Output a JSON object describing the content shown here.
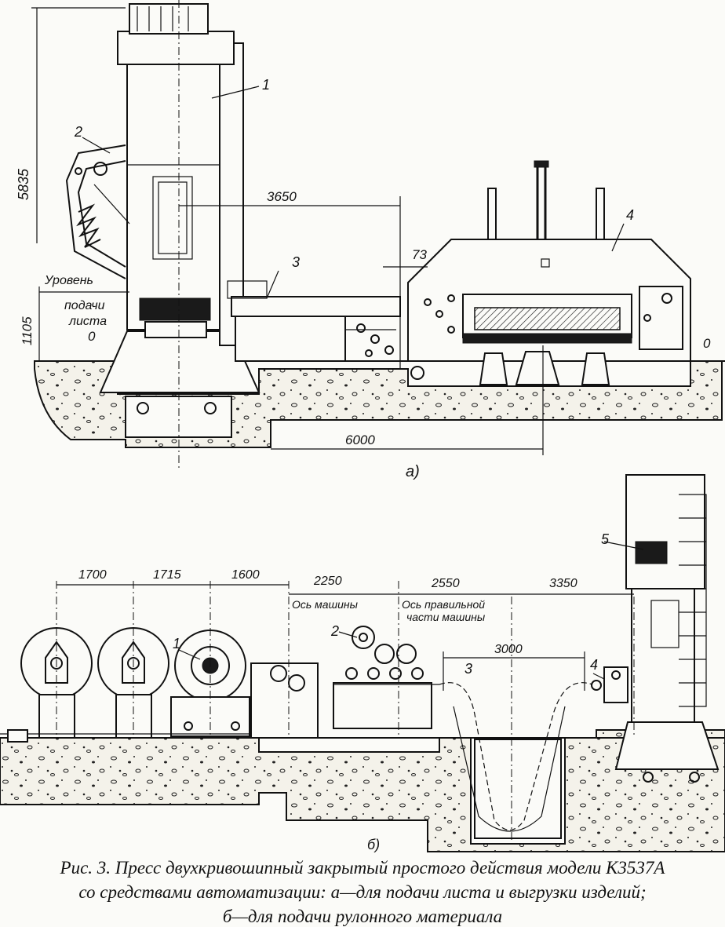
{
  "view_a": {
    "panel_label": "а)",
    "dimensions": {
      "height_total": "5835",
      "stroke_width": "3650",
      "gap": "73",
      "feed_height": "1105",
      "unload_length": "6000"
    },
    "level_label": {
      "line1": "Уровень",
      "line2": "подачи",
      "line3": "листа",
      "zero_left": "0",
      "zero_right": "0"
    },
    "callouts": [
      "1",
      "2",
      "3",
      "4"
    ]
  },
  "view_b": {
    "panel_label": "б)",
    "dimensions": [
      "1700",
      "1715",
      "1600",
      "2250",
      "2550",
      "3350",
      "3000"
    ],
    "axis_labels": {
      "machine_axis": "Ось машины",
      "straightener_axis_line1": "Ось правильной",
      "straightener_axis_line2": "части машины"
    },
    "callouts": [
      "1",
      "2",
      "3",
      "4",
      "5"
    ]
  },
  "caption": {
    "line1": "Рис. 3. Пресс двухкривошипный закрытый простого действия модели К3537А",
    "line2": "со средствами автоматизации: а—для подачи листа и выгрузки изделий;",
    "line3": "б—для подачи рулонного материала"
  }
}
